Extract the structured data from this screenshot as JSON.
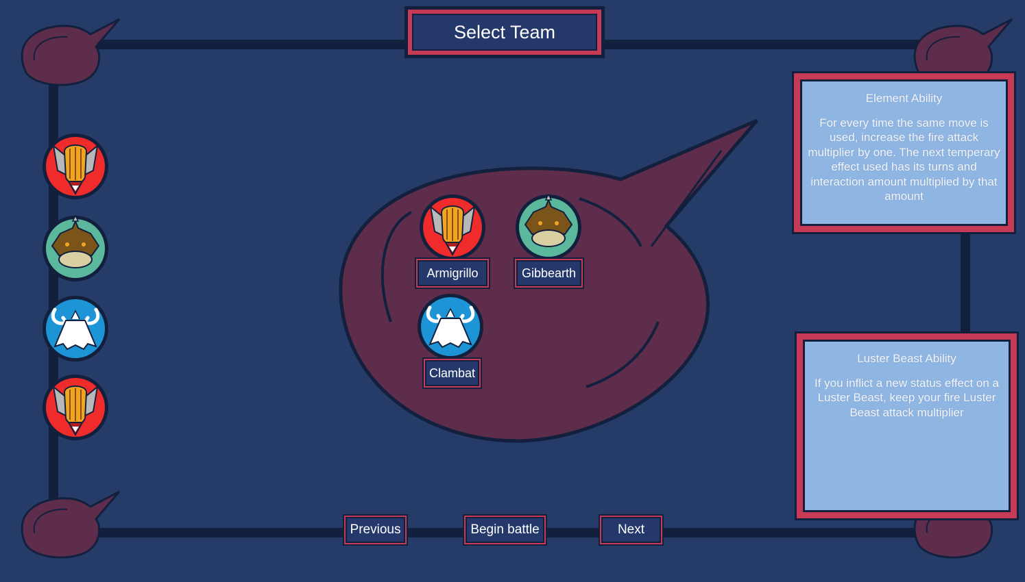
{
  "screen": {
    "title": "Select Team"
  },
  "colors": {
    "background": "#263c68",
    "frame": "#13203d",
    "accent": "#c73a55",
    "bubble": "#5e2d4c",
    "panel": "#8fb5e3",
    "button": "#24386b"
  },
  "roster": [
    {
      "name": "armigrillo-icon",
      "color": "red"
    },
    {
      "name": "gibbearth-icon",
      "color": "green"
    },
    {
      "name": "clambat-icon",
      "color": "blue"
    },
    {
      "name": "armigrillo-icon",
      "color": "red"
    }
  ],
  "team": [
    {
      "label": "Armigrillo",
      "icon": "armigrillo-icon"
    },
    {
      "label": "Gibbearth",
      "icon": "gibbearth-icon"
    },
    {
      "label": "Clambat",
      "icon": "clambat-icon"
    }
  ],
  "element_ability": {
    "title": "Element Ability",
    "text": "For every time the same move is used, increase the fire attack multiplier by one. The next temperary effect used has its turns and interaction amount multiplied by that amount"
  },
  "luster_ability": {
    "title": "Luster Beast Ability",
    "text": "If you inflict a new status effect on a Luster Beast, keep your fire Luster Beast attack multiplier"
  },
  "buttons": {
    "previous": "Previous",
    "begin": "Begin battle",
    "next": "Next"
  }
}
